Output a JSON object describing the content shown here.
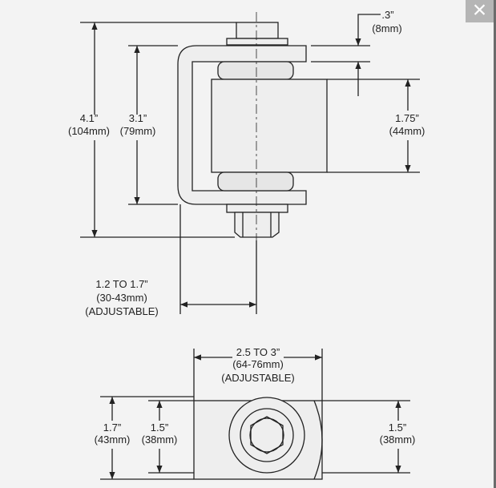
{
  "close_icon": "×",
  "side_view": {
    "height_total": [
      "4.1”",
      "(104mm)"
    ],
    "height_bracket": [
      "3.1”",
      "(79mm)"
    ],
    "gap": [
      ".3”",
      "(8mm)"
    ],
    "cylinder": [
      "1.75”",
      "(44mm)"
    ],
    "offset": [
      "1.2 TO 1.7”",
      "(30-43mm)",
      "(ADJUSTABLE)"
    ]
  },
  "bottom_view": {
    "length": [
      "2.5 TO 3”",
      "(64-76mm)",
      "(ADJUSTABLE)"
    ],
    "outer": [
      "1.7”",
      "(43mm)"
    ],
    "inner": [
      "1.5”",
      "(38mm)"
    ],
    "right": [
      "1.5”",
      "(38mm)"
    ]
  }
}
